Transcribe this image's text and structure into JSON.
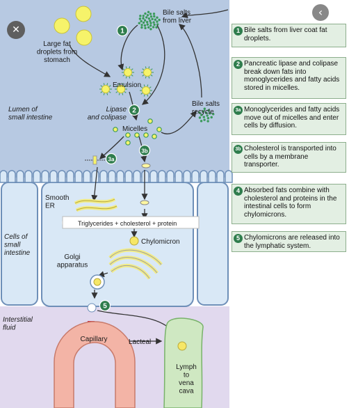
{
  "ui": {
    "close_glyph": "✕",
    "next_glyph": "‹"
  },
  "diagram": {
    "labels": {
      "bile_from_liver": [
        "Bile salts",
        "from liver"
      ],
      "large_fat": [
        "Large fat",
        "droplets from",
        "stomach"
      ],
      "emulsion": "Emulsion",
      "lumen": [
        "Lumen of",
        "small intestine"
      ],
      "lipase": [
        "Lipase",
        "and colipase"
      ],
      "micelles": "Micelles",
      "bile_recycle": [
        "Bile salts",
        "recycle"
      ],
      "smooth_er": [
        "Smooth",
        "ER"
      ],
      "cells": [
        "Cells of",
        "small",
        "intestine"
      ],
      "triglycerides": "Triglycerides + cholesterol + protein",
      "chylomicron": "Chylomicron",
      "golgi": [
        "Golgi",
        "apparatus"
      ],
      "interstitial": [
        "Interstitial",
        "fluid"
      ],
      "capillary": "Capillary",
      "lacteal": "Lacteal",
      "lymph": [
        "Lymph",
        "to",
        "vena",
        "cava"
      ]
    },
    "markers": {
      "m1": "1",
      "m2": "2",
      "m3a": "3a",
      "m3b": "3b",
      "m4": "4",
      "m5": "5"
    }
  },
  "steps": [
    {
      "num": "1",
      "text": "Bile salts from liver coat fat droplets."
    },
    {
      "num": "2",
      "text": "Pancreatic lipase and colipase break down fats into monoglycerides and fatty acids stored in micelles."
    },
    {
      "num": "3a",
      "text": "Monoglycerides and fatty acids move out of micelles and enter cells by diffusion."
    },
    {
      "num": "3b",
      "text": "Cholesterol is transported into cells by a membrane transporter."
    },
    {
      "num": "4",
      "text": "Absorbed fats combine with cholesterol and proteins in the intestinal cells to form chylomicrons."
    },
    {
      "num": "5",
      "text": "Chylomicrons are released into the lymphatic system."
    }
  ]
}
